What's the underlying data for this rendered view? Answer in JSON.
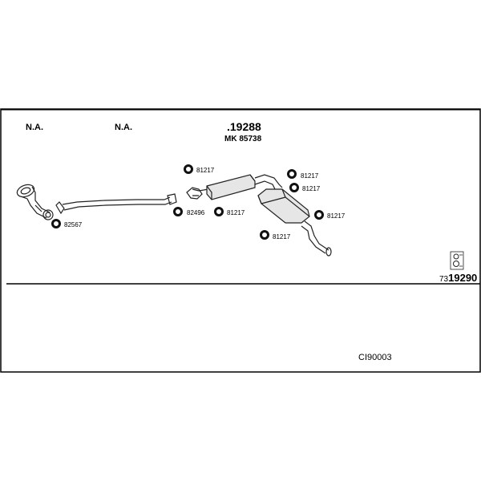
{
  "diagram": {
    "labels_top": [
      "N.A.",
      "N.A.",
      ".19288",
      "MK 85738"
    ],
    "parts": [
      {
        "id": "downpipe",
        "name": "front-pipe-downpipe"
      },
      {
        "id": "mid",
        "name": "intermediate-pipe"
      },
      {
        "id": "centre",
        "name": "centre-silencer"
      },
      {
        "id": "rear",
        "name": "rear-silencer"
      }
    ],
    "fittings": {
      "f82567": "82567",
      "f82496": "82496",
      "f81217_a": "81217",
      "f81217_b": "81217",
      "f81217_c": "81217",
      "f81217_d": "81217",
      "f81217_e": "81217",
      "f81217_f": "81217"
    },
    "kit_number_prefix": "73",
    "kit_number_main": "19290",
    "footer_code": "CI90003"
  }
}
